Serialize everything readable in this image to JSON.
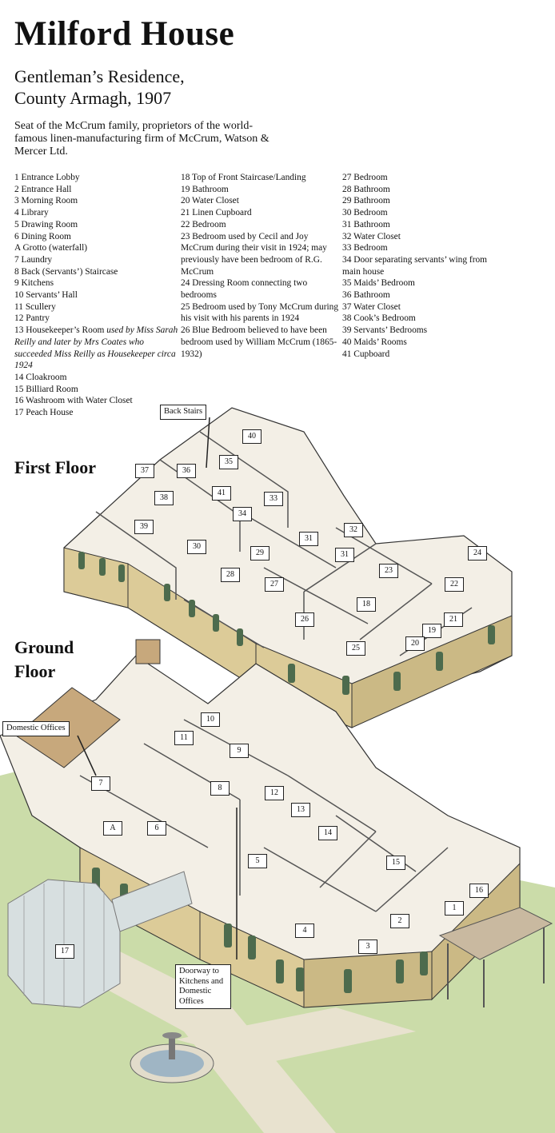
{
  "title": "Milford House",
  "subtitle_line1": "Gentleman’s Residence,",
  "subtitle_line2": "County Armagh, 1907",
  "description": "Seat of the McCrum family, proprietors of the world-famous linen-manufacturing firm of McCrum, Watson & Mercer Ltd.",
  "legend": {
    "col1": [
      "1    Entrance Lobby",
      "2    Entrance Hall",
      "3    Morning Room",
      "4    Library",
      "5    Drawing Room",
      "6    Dining Room",
      "A    Grotto (waterfall)",
      "7    Laundry",
      "8    Back (Servants’) Staircase",
      "9    Kitchens",
      "10  Servants’ Hall",
      "11  Scullery",
      "12  Pantry"
    ],
    "col1_13_main": "13 Housekeeper’s Room ",
    "col1_13_italic": "used by Miss Sarah Reilly and later by Mrs Coates who succeeded Miss Reilly as Housekeeper circa 1924",
    "col1_tail": [
      "14  Cloakroom",
      "15  Billiard Room",
      "16  Washroom with Water Closet",
      "17  Peach House"
    ],
    "col2": [
      "18 Top of Front Staircase/Landing",
      "19 Bathroom",
      "20 Water Closet",
      "21 Linen Cupboard",
      "22 Bedroom",
      "23 Bedroom used by Cecil and Joy McCrum during their visit in 1924; may previously have been bedroom of R.G. McCrum",
      "24 Dressing Room connecting two bedrooms",
      "25 Bedroom used by Tony McCrum during his visit with his parents in 1924",
      "26 Blue Bedroom believed to have been bedroom used by William McCrum (1865-1932)"
    ],
    "col3": [
      "27 Bedroom",
      "28 Bathroom",
      "29 Bathroom",
      "30 Bedroom",
      "31 Bathroom",
      "32 Water Closet",
      "33 Bedroom",
      "34 Door separating servants’ wing from main house",
      "35 Maids’ Bedroom",
      "36 Bathroom",
      "37 Water Closet",
      "38 Cook’s Bedroom",
      "39 Servants’ Bedrooms",
      "40 Maids’ Rooms",
      "41 Cupboard"
    ]
  },
  "floors": {
    "first": "First Floor",
    "ground_line1": "Ground",
    "ground_line2": "Floor"
  },
  "callouts": {
    "back_stairs": "Back Stairs",
    "domestic_offices": "Domestic Offices",
    "doorway_line1": "Doorway to",
    "doorway_line2": "Kitchens and",
    "doorway_line3": "Domestic",
    "doorway_line4": "Offices"
  },
  "room_labels": {
    "first_floor": [
      "40",
      "35",
      "36",
      "37",
      "41",
      "38",
      "33",
      "39",
      "34",
      "30",
      "31",
      "32",
      "31",
      "29",
      "28",
      "27",
      "24",
      "23",
      "22",
      "18",
      "26",
      "21",
      "19",
      "25",
      "20"
    ],
    "ground_floor": [
      "10",
      "11",
      "9",
      "8",
      "7",
      "12",
      "A",
      "6",
      "13",
      "14",
      "5",
      "15",
      "16",
      "1",
      "2",
      "4",
      "3",
      "17"
    ]
  },
  "colors": {
    "stone": "#dccb98",
    "stone_dark": "#b9a774",
    "wall_top": "#f7f3ea",
    "floor": "#f3efe6",
    "lawn": "#b9d08c",
    "path": "#e8e2cf",
    "window": "#4d6b4d",
    "roof": "#c7a87c",
    "glass": "#d7dfe0"
  }
}
